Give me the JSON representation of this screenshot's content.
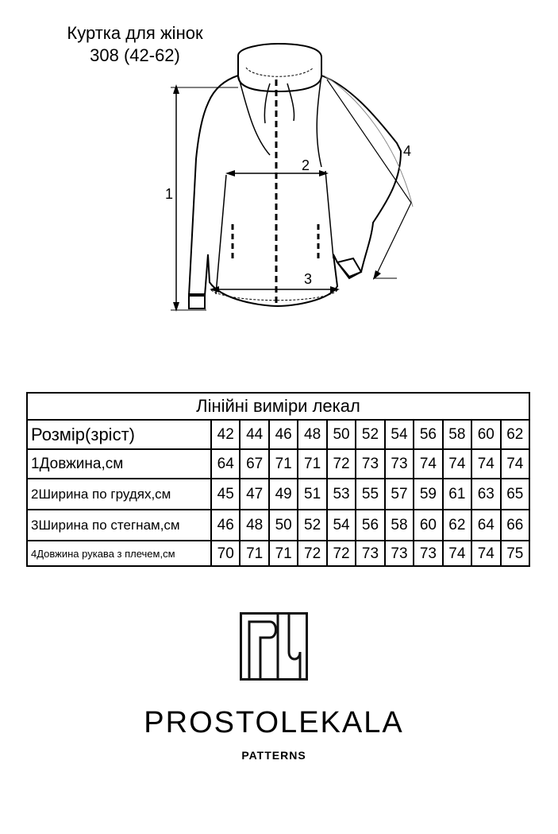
{
  "title": {
    "line1": "Куртка для жінок",
    "line2": "308 (42-62)"
  },
  "diagram": {
    "labels": [
      "1",
      "2",
      "3",
      "4"
    ]
  },
  "table": {
    "title": "Лінійні виміри лекал",
    "rows": [
      {
        "label": "Розмір(зріст)",
        "values": [
          "42",
          "44",
          "46",
          "48",
          "50",
          "52",
          "54",
          "56",
          "58",
          "60",
          "62"
        ]
      },
      {
        "label": "1Довжина,см",
        "values": [
          "64",
          "67",
          "71",
          "71",
          "72",
          "73",
          "73",
          "74",
          "74",
          "74",
          "74"
        ]
      },
      {
        "label": "2Ширина по грудях,см",
        "values": [
          "45",
          "47",
          "49",
          "51",
          "53",
          "55",
          "57",
          "59",
          "61",
          "63",
          "65"
        ]
      },
      {
        "label": "3Ширина по стегнам,см",
        "values": [
          "46",
          "48",
          "50",
          "52",
          "54",
          "56",
          "58",
          "60",
          "62",
          "64",
          "66"
        ]
      },
      {
        "label": "4Довжина рукава з плечем,см",
        "values": [
          "70",
          "71",
          "71",
          "72",
          "72",
          "73",
          "73",
          "73",
          "74",
          "74",
          "75"
        ]
      }
    ]
  },
  "brand": {
    "name": "PROSTOLEKALA",
    "sub": "PATTERNS"
  }
}
